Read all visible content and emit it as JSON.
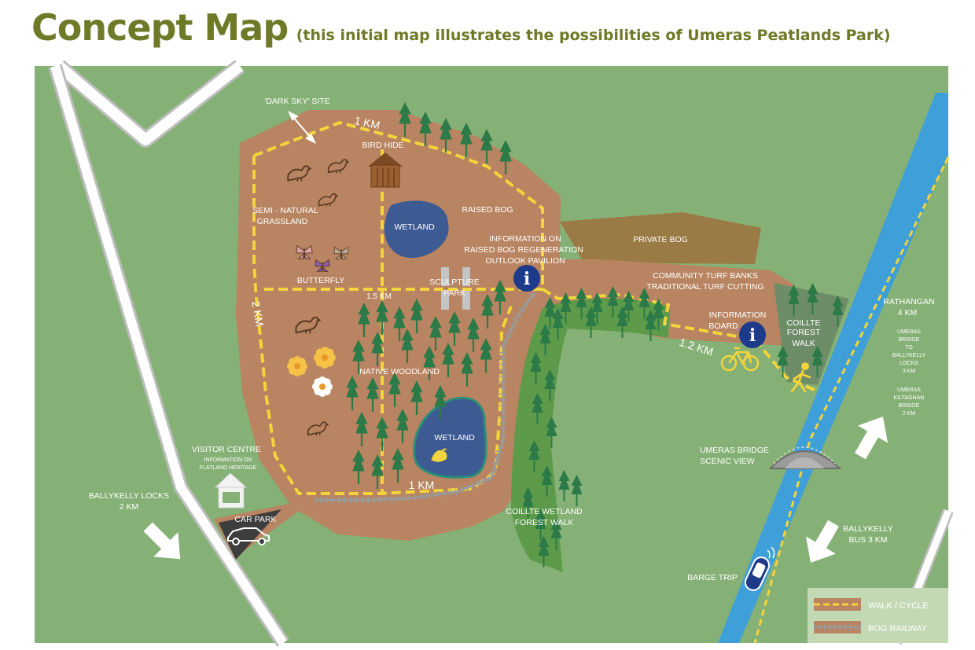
{
  "header": {
    "title": "Concept Map",
    "subtitle": "(this initial map illustrates the possibilities of Umeras Peatlands Park)"
  },
  "labels": {
    "dark_sky": "'DARK SKY' SITE",
    "bird_hide": "BIRD HIDE",
    "km_top": "1 KM",
    "raised_bog": "RAISED BOG",
    "wetland_top": "WETLAND",
    "semi_natural_1": "SEMI - NATURAL",
    "semi_natural_2": "GRASSLAND",
    "butterfly": "BUTTERFLY",
    "km_15": "1.5 KM",
    "km_2": "2 KM",
    "sculpture_1": "SCULPTURE",
    "sculpture_2": "PARK",
    "info_raised_1": "INFORMATION ON",
    "info_raised_2": "RAISED BOG REGENERATION",
    "info_raised_3": "OUTLOOK PAVILION",
    "private_bog": "PRIVATE BOG",
    "turf_1": "COMMUNITY TURF BANKS",
    "turf_2": "TRADITIONAL TURF CUTTING",
    "native_woodland": "NATIVE WOODLAND",
    "wetland_bottom": "WETLAND",
    "km_bottom": "1 KM",
    "info_board_1": "INFORMATION",
    "info_board_2": "BOARD",
    "km_12": "1.2 KM",
    "coillte_1": "COILLTE",
    "coillte_2": "FOREST",
    "coillte_3": "WALK",
    "rathangan_1": "RATHANGAN",
    "rathangan_2": "4 KM",
    "umeras_bridge_1": "UMERAS",
    "umeras_bridge_2": "BRIDGE",
    "umeras_bridge_3": "TO",
    "umeras_bridge_4": "BALLYKELLY",
    "umeras_bridge_5": "LOCKS",
    "umeras_bridge_6": "3 KM",
    "kiltaghan_1": "UMERAS",
    "kiltaghan_2": "KILTAGHAN",
    "kiltaghan_3": "BRIDGE",
    "kiltaghan_4": "2 KM",
    "scenic_1": "UMERAS BRIDGE",
    "scenic_2": "SCENIC VIEW",
    "visitor_1": "VISITOR CENTRE",
    "visitor_2": "INFORMATION ON",
    "visitor_3": "FLATLAND HERITAGE",
    "car_park": "CAR PARK",
    "ballykelly_locks_1": "BALLYKELLY LOCKS",
    "ballykelly_locks_2": "2 KM",
    "coillte_wet_1": "COILLTE WETLAND",
    "coillte_wet_2": "FOREST WALK",
    "ballykelly_bus_1": "BALLYKELLY",
    "ballykelly_bus_2": "BUS 3 KM",
    "barge": "BARGE TRIP",
    "info_letter": "i"
  },
  "legend": {
    "walk_cycle": "WALK / CYCLE",
    "bog_railway": "BOG RAILWAY"
  },
  "colors": {
    "grass": "#86b176",
    "bog": "#b88461",
    "private_bog": "#9b7b45",
    "forest_strip": "#5d9a4a",
    "forest_patch": "#6d8d68",
    "tree": "#2b7a47",
    "trail": "#f2d43c",
    "railway": "#9a9a9a",
    "canal": "#3f9fd8",
    "water": "#3e5a92",
    "water_edge": "#2a8f78",
    "road": "#ffffff",
    "road_edge": "#bdbdbd",
    "info": "#1e3a8a",
    "text_dark": "#444444",
    "title": "#6f7a28"
  }
}
